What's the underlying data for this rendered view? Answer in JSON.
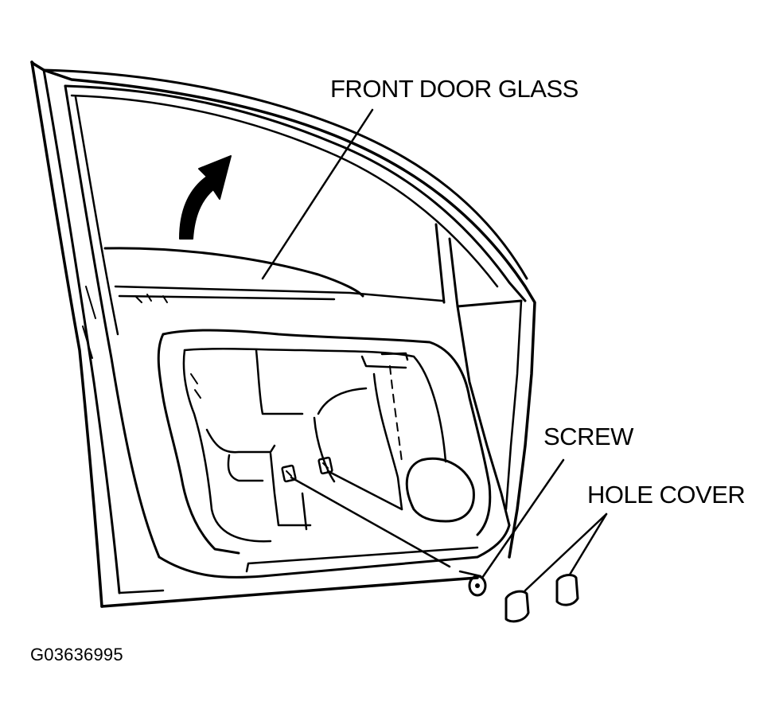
{
  "labels": {
    "front_door_glass": "FRONT DOOR GLASS",
    "screw": "SCREW",
    "hole_cover": "HOLE COVER"
  },
  "figure_id": "G03636995",
  "colors": {
    "line": "#000000",
    "background": "#ffffff"
  },
  "icons": {
    "direction_arrow": "curved-up-arrow-icon"
  }
}
